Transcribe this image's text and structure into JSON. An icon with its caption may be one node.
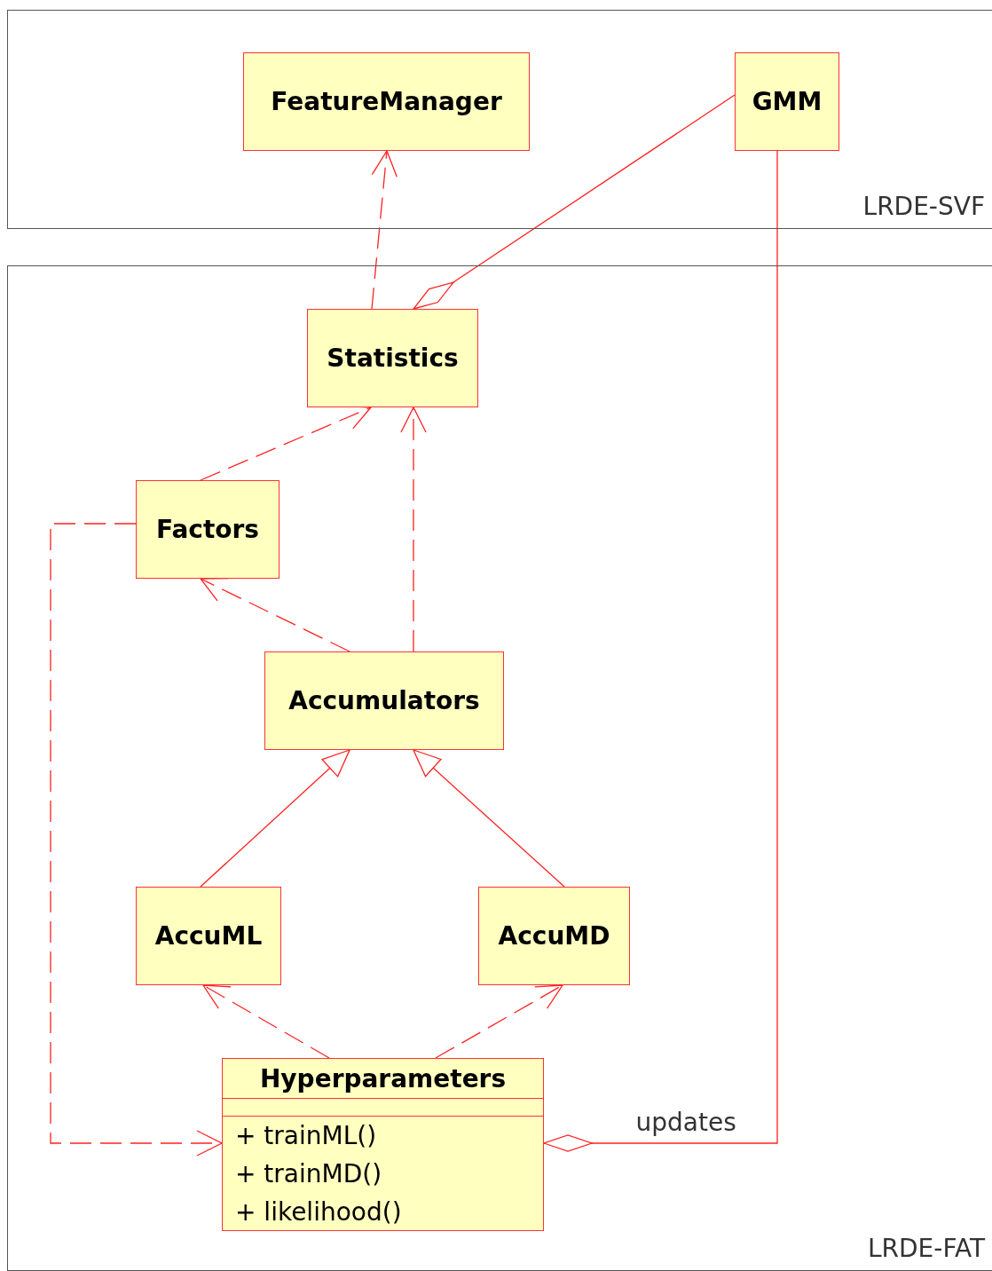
{
  "diagram": {
    "nodes": [
      {
        "text": [
          "LRDE-SVF"
        ]
      },
      {
        "text": [
          "FeatureManager"
        ],
        "in": 0
      },
      {
        "text": [
          "GMM"
        ],
        "in": 0
      },
      {
        "text": [
          "LRDE-FAT"
        ]
      },
      {
        "text": [
          "Statistics"
        ],
        "in": 3
      },
      {
        "text": [
          "Factors"
        ],
        "in": 3
      },
      {
        "text": [
          "Accumulators"
        ],
        "in": 3
      },
      {
        "text": [
          "AccuML"
        ],
        "in": 3
      },
      {
        "text": [
          "AccuMD"
        ],
        "in": 3
      },
      {
        "text": [
          "Hyperparameters",
          "+ trainML()",
          "+ trainMD()",
          "+ likelihood()"
        ],
        "in": 3
      }
    ],
    "edges": [
      {
        "from": 4,
        "to": 1,
        "arrow": "to",
        "style": "dashed"
      },
      {
        "from": 4,
        "to": 2,
        "arrow": "other"
      },
      {
        "from": 5,
        "to": 4,
        "arrow": "to",
        "style": "dashed"
      },
      {
        "from": 6,
        "to": 4,
        "arrow": "to",
        "style": "dashed"
      },
      {
        "from": 6,
        "to": 5,
        "arrow": "to",
        "style": "dashed"
      },
      {
        "from": 7,
        "to": 6,
        "arrow": "to"
      },
      {
        "from": 8,
        "to": 6,
        "arrow": "to"
      },
      {
        "from": 9,
        "to": 7,
        "arrow": "to",
        "style": "dashed"
      },
      {
        "from": 9,
        "to": 8,
        "arrow": "to",
        "style": "dashed"
      },
      {
        "from": 5,
        "to": 9,
        "arrow": "to",
        "style": "dashed"
      },
      {
        "from": 9,
        "to": 2,
        "arrow": "other",
        "label": "updates"
      }
    ]
  }
}
